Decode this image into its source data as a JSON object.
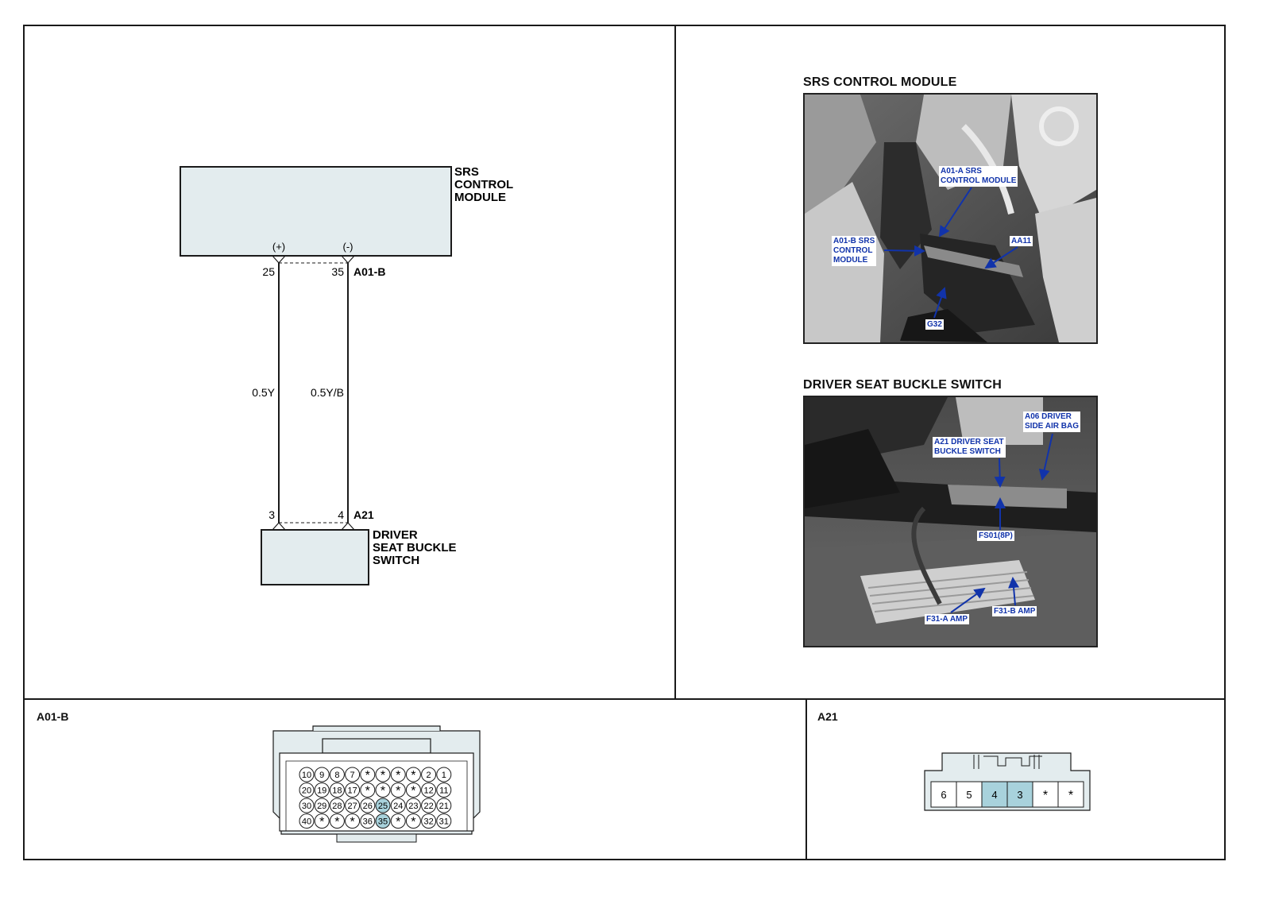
{
  "schematic": {
    "module_name_lines": [
      "SRS",
      "CONTROL",
      "MODULE"
    ],
    "pin_pos_polarity": "(+)",
    "pin_neg_polarity": "(-)",
    "module_pin_left": "25",
    "module_pin_right": "35",
    "module_connector": "A01-B",
    "wire_left": "0.5Y",
    "wire_right": "0.5Y/B",
    "switch_pin_left": "3",
    "switch_pin_right": "4",
    "switch_connector": "A21",
    "switch_name_lines": [
      "DRIVER",
      "SEAT BUCKLE",
      "SWITCH"
    ]
  },
  "photos": {
    "module": {
      "title": "SRS CONTROL MODULE",
      "callouts": {
        "a01a": [
          "A01-A SRS",
          "CONTROL MODULE"
        ],
        "a01b": [
          "A01-B SRS",
          "CONTROL",
          "MODULE"
        ],
        "aa11": "AA11",
        "g32": "G32"
      }
    },
    "buckle": {
      "title": "DRIVER SEAT BUCKLE SWITCH",
      "callouts": {
        "a06": [
          "A06 DRIVER",
          "SIDE AIR BAG"
        ],
        "a21": [
          "A21 DRIVER SEAT",
          "BUCKLE SWITCH"
        ],
        "fs01": "FS01(8P)",
        "f31a": "F31-A AMP",
        "f31b": "F31-B AMP"
      }
    }
  },
  "connectors": {
    "a01b": {
      "label": "A01-B",
      "rows": [
        [
          "10",
          "9",
          "8",
          "7",
          "*",
          "*",
          "*",
          "*",
          "2",
          "1"
        ],
        [
          "20",
          "19",
          "18",
          "17",
          "*",
          "*",
          "*",
          "*",
          "12",
          "11"
        ],
        [
          "30",
          "29",
          "28",
          "27",
          "26",
          "25",
          "24",
          "23",
          "22",
          "21"
        ],
        [
          "40",
          "*",
          "*",
          "*",
          "36",
          "35",
          "*",
          "*",
          "32",
          "31"
        ]
      ],
      "highlight": [
        "25",
        "35"
      ]
    },
    "a21": {
      "label": "A21",
      "pins": [
        "6",
        "5",
        "4",
        "3",
        "*",
        "*"
      ],
      "highlight": [
        "4",
        "3"
      ]
    }
  },
  "colors": {
    "box_fill": "#e3ecee",
    "highlight": "#a8d2dc",
    "callout_text": "#1133aa",
    "line": "#1a1a1a"
  }
}
